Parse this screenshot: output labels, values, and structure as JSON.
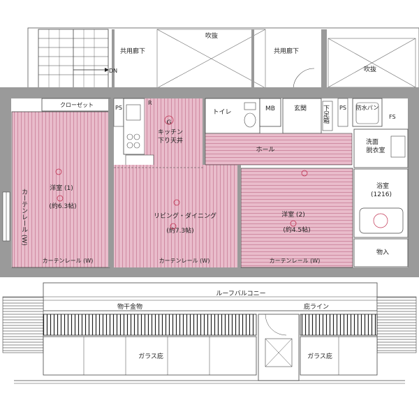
{
  "colors": {
    "wall": "#9a9a9a",
    "floor_wood": "#e9bccb",
    "floor_stripe": "#c97f98",
    "room_white": "#ffffff",
    "line": "#444444",
    "fixture_red": "#c03050"
  },
  "labels": {
    "corridor_left": "共用廊下",
    "fukinuke_top": "吹抜",
    "corridor_right": "共用廊下",
    "fukinuke_right": "吹抜",
    "dn": "DN",
    "closet": "クローゼット",
    "ps1": "PS",
    "r_mark": "R",
    "kitchen_g": "G",
    "kitchen": "キッチン",
    "kitchen_ceiling": "下り天井",
    "toilet": "トイレ",
    "mb": "MB",
    "genkan": "玄関",
    "shoebox": "下足箱",
    "ps2": "PS",
    "bouban": "防水パン",
    "fs": "FS",
    "hall": "ホール",
    "senmen": "洗面",
    "datsui": "脱衣室",
    "bath": "浴室",
    "bath_size": "(1216)",
    "youshitsu1": "洋室 (1)",
    "youshitsu1_size": "(約6.3帖)",
    "living": "リビング・ダイニング",
    "living_size": "(約7.3帖)",
    "youshitsu2": "洋室 (2)",
    "youshitsu2_size": "(約4.5帖)",
    "monoire": "物入",
    "curtain_left_v": "カーテンレール (W)",
    "curtain1": "カーテンレール (W)",
    "curtain2": "カーテンレール (W)",
    "curtain3": "カーテンレール (W)",
    "roof_balcony": "ルーフバルコニー",
    "monohoshi": "物干金物",
    "hiki_line": "庇ライン",
    "glass1": "ガラス庇",
    "glass2": "ガラス庇"
  }
}
